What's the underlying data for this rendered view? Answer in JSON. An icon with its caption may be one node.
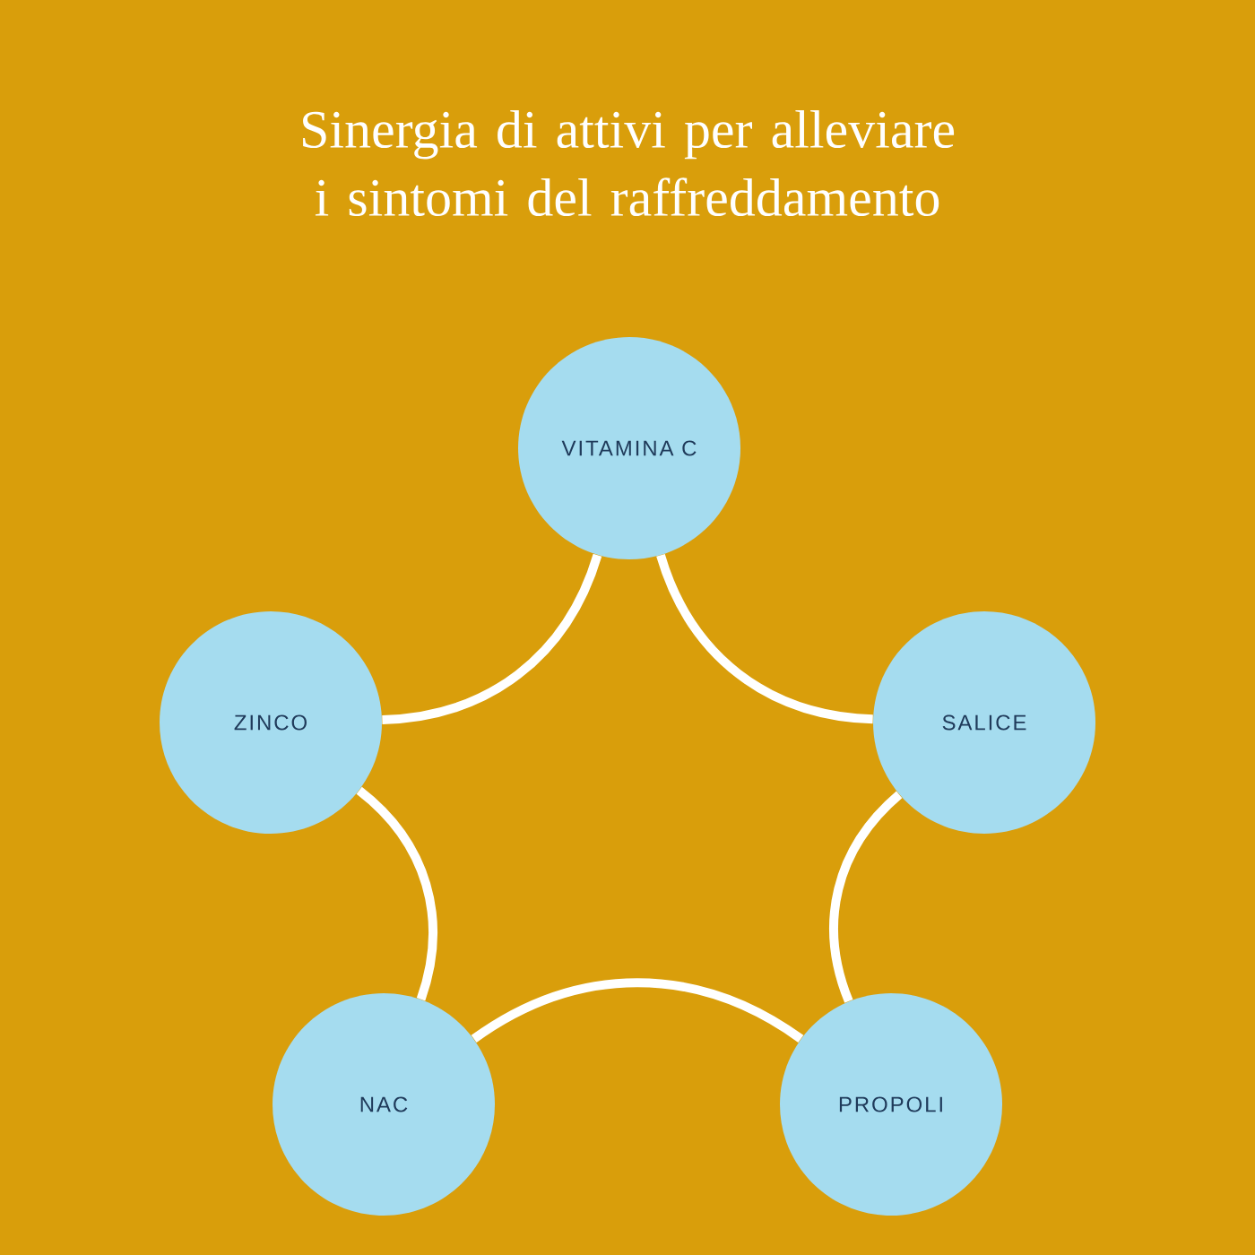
{
  "diagram": {
    "title": "Sinergia di attivi per alleviare i sintomi del raffreddamento",
    "nodes": [
      {
        "text": [
          "VITAMINA C"
        ]
      },
      {
        "text": [
          "SALICE"
        ]
      },
      {
        "text": [
          "PROPOLI"
        ]
      },
      {
        "text": [
          "NAC"
        ]
      },
      {
        "text": [
          "ZINCO"
        ]
      }
    ],
    "edges": [
      {
        "from": 0,
        "to": 1,
        "arrow": "none"
      },
      {
        "from": 1,
        "to": 2,
        "arrow": "none"
      },
      {
        "from": 2,
        "to": 3,
        "arrow": "none"
      },
      {
        "from": 3,
        "to": 4,
        "arrow": "none"
      },
      {
        "from": 4,
        "to": 0,
        "arrow": "none"
      }
    ]
  }
}
